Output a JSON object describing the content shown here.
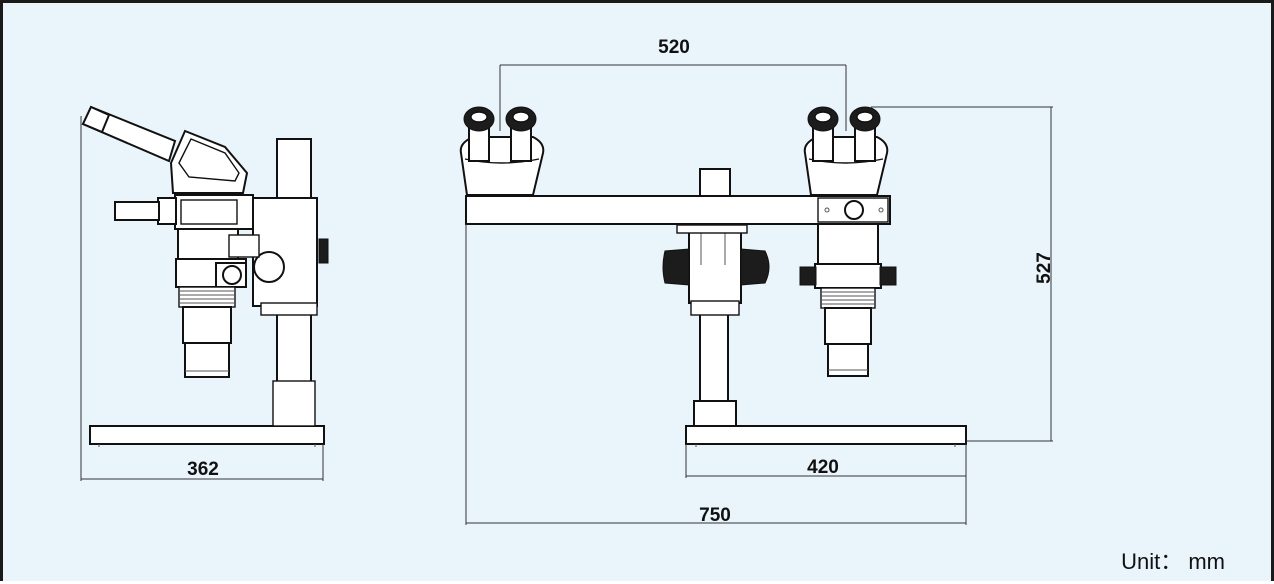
{
  "dimensions": {
    "eyepiece_spacing": "520",
    "height": "527",
    "side_base_length": "362",
    "front_base_length": "420",
    "total_width": "750"
  },
  "unit_label": "Unit： mm",
  "colors": {
    "background": "#eaf4fb",
    "frame": "#1a1a1a",
    "line": "#111111",
    "dark_part": "#1c1c1c"
  }
}
